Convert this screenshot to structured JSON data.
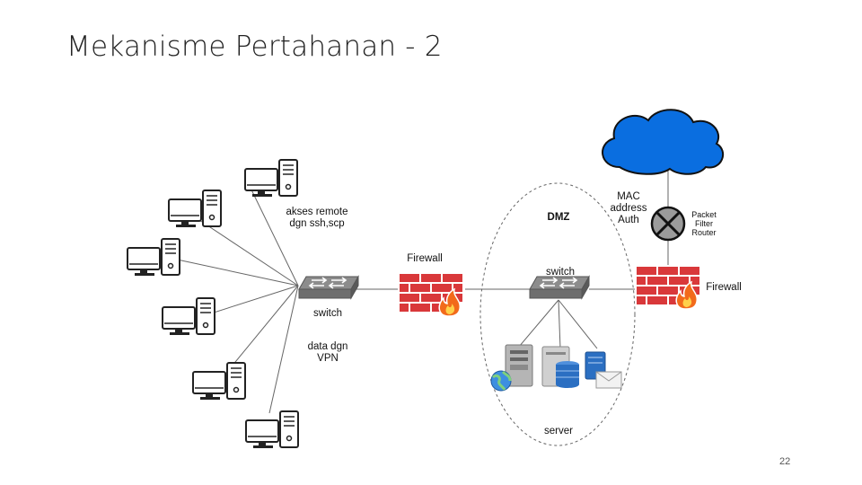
{
  "slide": {
    "title": "Mekanisme Pertahanan - 2",
    "page_number": "22"
  },
  "diagram": {
    "labels": {
      "remote_access": "akses remote\ndgn ssh,scp",
      "switch_left": "switch",
      "vpn_data": "data dgn\nVPN",
      "firewall_left": "Firewall",
      "dmz": "DMZ",
      "switch_dmz": "switch",
      "server": "server",
      "mac_auth": "MAC\naddress\nAuth",
      "packet_filter_router": "Packet\nFilter\nRouter",
      "firewall_right": "Firewall"
    },
    "colors": {
      "cloud": "#0a6ee0",
      "firewall_brick": "#d9383a",
      "flame": "#f26a1b"
    },
    "icons": [
      "workstation-icon",
      "switch-icon",
      "firewall-icon",
      "router-icon",
      "cloud-icon",
      "server-icon",
      "database-icon",
      "mail-server-icon",
      "globe-icon"
    ]
  }
}
